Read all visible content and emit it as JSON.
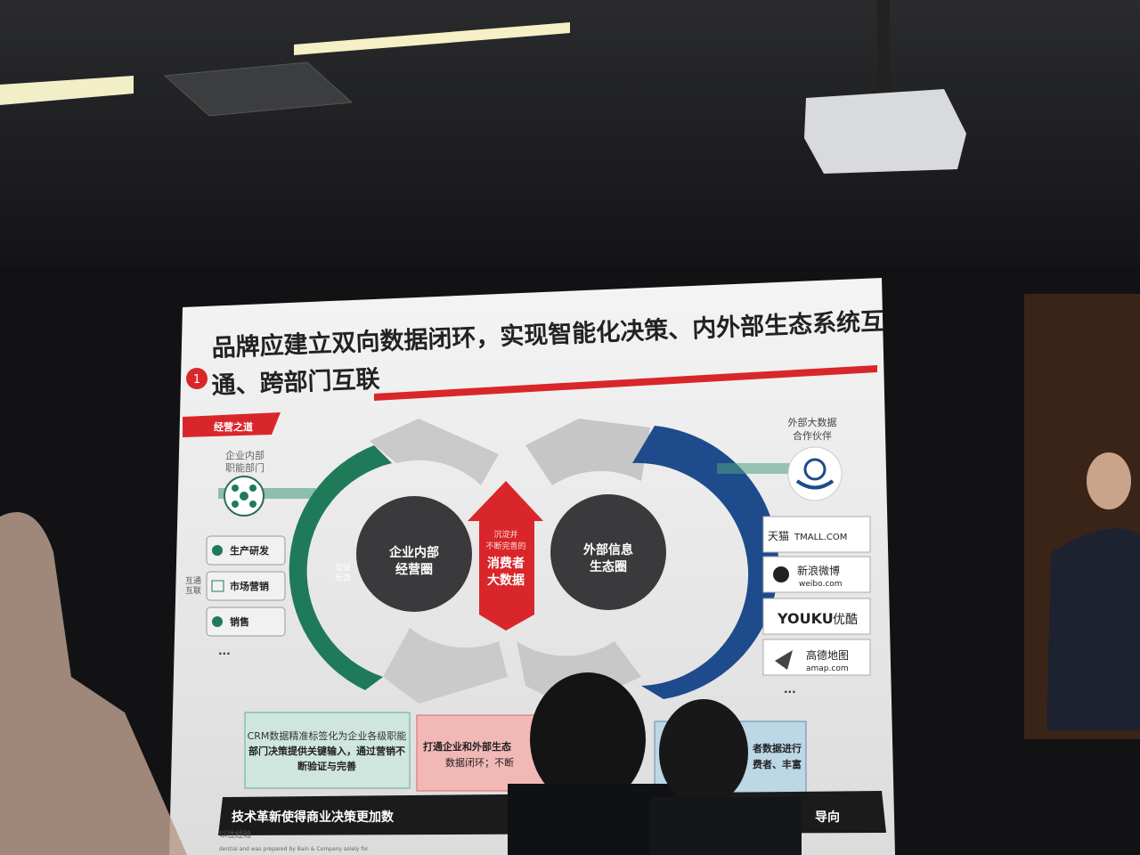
{
  "slide": {
    "number": "1",
    "title_line1": "品牌应建立双向数据闭环，实现智能化决策、内外部生态系统互",
    "title_line2": "通、跨部门互联",
    "section_tag": "经营之道",
    "left": {
      "heading_line1": "企业内部",
      "heading_line2": "职能部门",
      "interlink_line1": "互通",
      "interlink_line2": "互联",
      "departments": [
        "生产研发",
        "市场营销",
        "销售"
      ],
      "more": "...",
      "feedback_line1": "验证",
      "feedback_line2": "反馈"
    },
    "inner_circle_line1": "企业内部",
    "inner_circle_line2": "经营圈",
    "outer_circle_line1": "外部信息",
    "outer_circle_line2": "生态圈",
    "center_arrow": {
      "line1": "沉淀并",
      "line2": "不断完善的",
      "line3": "消费者",
      "line4": "大数据"
    },
    "right": {
      "heading_line1": "外部大数据",
      "heading_line2": "合作伙伴",
      "partners": [
        {
          "name": "天猫",
          "sub": "TMALL.COM"
        },
        {
          "name": "新浪微博",
          "sub": "weibo.com"
        },
        {
          "name": "YOUKU",
          "sub": "优酷"
        },
        {
          "name": "高德地图",
          "sub": "amap.com"
        }
      ],
      "more": "..."
    },
    "boxes": {
      "green_line1": "CRM数据精准标签化为企业各级职能",
      "green_line2": "部门决策提供关键输入，通过营销不",
      "green_line3": "断验证与完善",
      "red_line1": "打通企业和外部生态",
      "red_line2": "数据闭环；不断",
      "blue_line1": "者数据进行",
      "blue_line2": "费者、丰富"
    },
    "bottom_bar_left": "技术革新使得商业决策更加数",
    "bottom_bar_right": "导向",
    "source_label": "以往经验",
    "disclaimer": "dential and was prepared by Bain & Company solely for"
  },
  "colors": {
    "accent_red": "#d9262b",
    "green": "#1f7a5a",
    "blue": "#1e4b8c",
    "dark_circle": "#3a3a3c"
  }
}
